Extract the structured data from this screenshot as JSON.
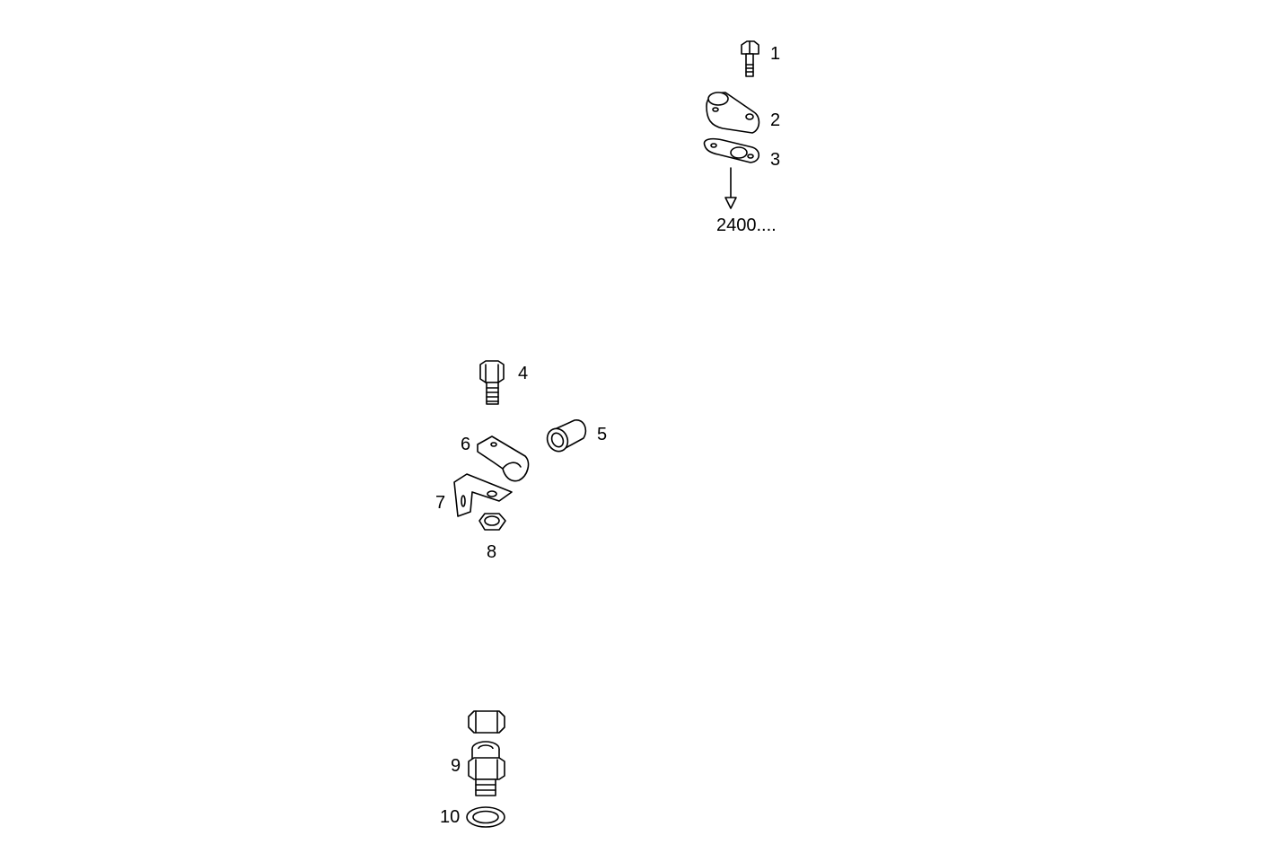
{
  "diagram": {
    "callouts": [
      {
        "id": "1",
        "label": "1"
      },
      {
        "id": "2",
        "label": "2"
      },
      {
        "id": "3",
        "label": "3"
      },
      {
        "id": "4",
        "label": "4"
      },
      {
        "id": "5",
        "label": "5"
      },
      {
        "id": "6",
        "label": "6"
      },
      {
        "id": "7",
        "label": "7"
      },
      {
        "id": "8",
        "label": "8"
      },
      {
        "id": "9",
        "label": "9"
      },
      {
        "id": "10",
        "label": "10"
      }
    ],
    "reference": "2400...."
  }
}
